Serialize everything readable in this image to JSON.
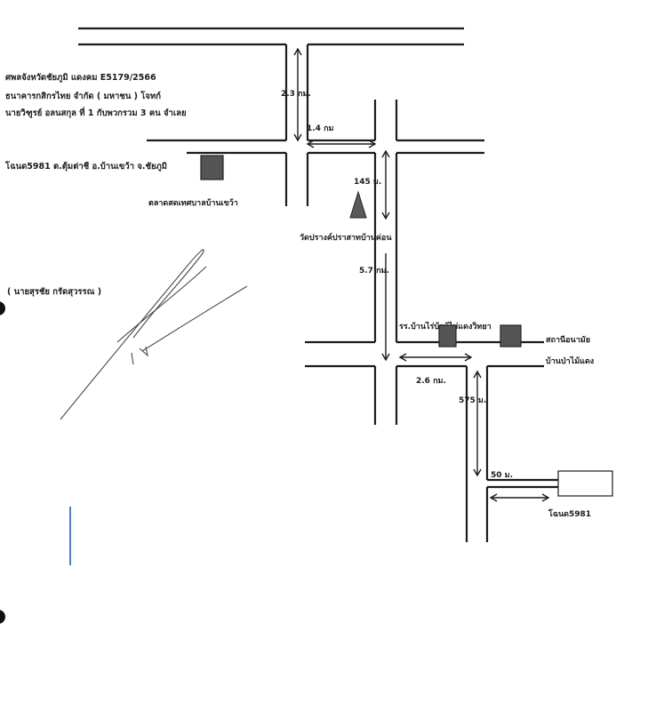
{
  "header": {
    "line1": "ศพลจังหวัดชัยภูมิ แดงคม E5179/2566",
    "line2": "ธนาคารกสิกรไทย จำกัด ( มหาชน )  โจทก์",
    "line3": "นายวิฑูรย์ อลนสกุล ที่ 1 กับพวกรวม 3 คน จำเลย"
  },
  "parcel_title": "โฉนด5981 ต.ตุ้มต่าชี อ.บ้านเขว้า จ.ชัยภูมิ",
  "places": {
    "market": "ตลาดสดเทศบาลบ้านเขว้า",
    "temple": "วัดปรางค์ปราสาทบ้านค่อน",
    "school": "รร.บ้านไร่บ้าบ้ไม่แดงวิทยา",
    "health_station_1": "สถานีอนามัย",
    "health_station_2": "บ้านป่าไม้แดง",
    "parcel": "โฉนด5981"
  },
  "distances": {
    "d1": "2.3 กม.",
    "d2": "1.4 กม",
    "d3": "145 ม.",
    "d4": "5.7 กม.",
    "d5": "2.6 กม.",
    "d6": "575 ม.",
    "d7": "50 ม."
  },
  "signature": {
    "name": "( นายสุรชัย กรัดสุวรรณ )"
  },
  "colors": {
    "road": "#1c1c1c",
    "building": "#555555",
    "ink": "#4a4a4a",
    "blue_mark": "#2a5db0"
  },
  "icons": {
    "temple": "triangle-temple-icon",
    "building": "building-square-icon",
    "parcel": "parcel-rectangle-icon"
  }
}
